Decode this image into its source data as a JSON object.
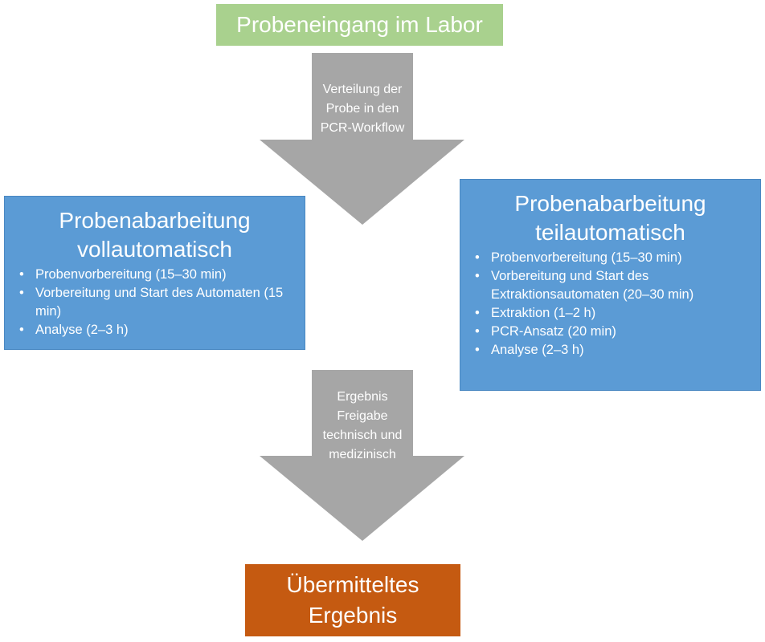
{
  "diagram": {
    "start": {
      "label": "Probeneingang im Labor"
    },
    "arrow_top": {
      "label": "Verteilung der Probe in den PCR-Workflow"
    },
    "left_box": {
      "title": "Probenabarbeitung vollautomatisch",
      "items": [
        "Probenvorbereitung (15–30 min)",
        "Vorbereitung und Start des Automaten (15 min)",
        "Analyse (2–3 h)"
      ]
    },
    "right_box": {
      "title": "Probenabarbeitung teilautomatisch",
      "items": [
        "Probenvorbereitung (15–30 min)",
        "Vorbereitung und Start des Extraktionsautomaten (20–30 min)",
        "Extraktion (1–2 h)",
        "PCR-Ansatz (20 min)",
        "Analyse (2–3 h)"
      ]
    },
    "arrow_bottom": {
      "label": "Ergebnis Freigabe technisch und medizinisch"
    },
    "end": {
      "line1": "Übermitteltes",
      "line2": "Ergebnis"
    }
  },
  "colors": {
    "start_fill": "#a9d18e",
    "process_fill": "#5b9bd5",
    "arrow_fill": "#a6a6a6",
    "end_fill": "#c55a11",
    "text": "#ffffff"
  }
}
